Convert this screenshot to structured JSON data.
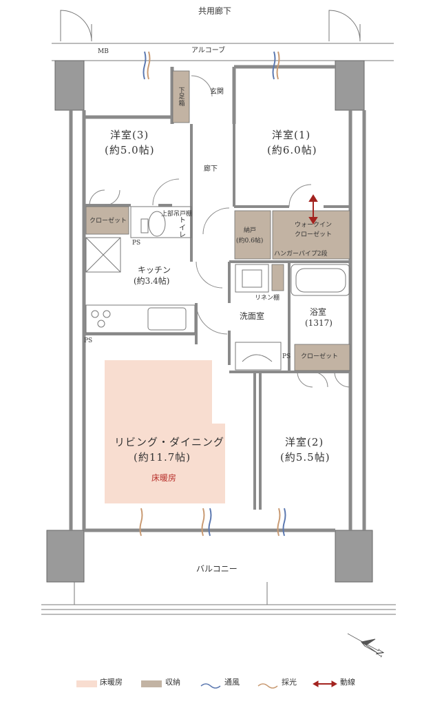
{
  "labels": {
    "corridor": "共用廊下",
    "alcove": "アルコーブ",
    "mb": "MB",
    "entrance": "玄関",
    "shoe_box": "下足箱",
    "hall": "廊下",
    "room3_name": "洋室(3)",
    "room3_size": "(約5.0帖)",
    "room1_name": "洋室(1)",
    "room1_size": "(約6.0帖)",
    "closet": "クローゼット",
    "upper_cabinet": "上部吊戸棚",
    "toilet": "トイレ",
    "storage_name": "納戸",
    "storage_size": "(約0.6帖)",
    "wic_line1": "ウォークイン",
    "wic_line2": "クローゼット",
    "hanger_pipe": "ハンガーパイプ2段",
    "ps": "PS",
    "kitchen_name": "キッチン",
    "kitchen_size": "(約3.4帖)",
    "linen": "リネン棚",
    "washroom": "洗面室",
    "bath_name": "浴室",
    "bath_size": "(1317)",
    "ld_name": "リビング・ダイニング",
    "ld_size": "(約11.7帖)",
    "floor_heating": "床暖房",
    "room2_name": "洋室(2)",
    "room2_size": "(約5.5帖)",
    "balcony": "バルコニー",
    "north": "N"
  },
  "legend": [
    {
      "label": "床暖房",
      "color": "#f8ddd0",
      "kind": "swatch"
    },
    {
      "label": "収納",
      "color": "#c2b3a3",
      "kind": "swatch"
    },
    {
      "label": "通風",
      "color": "#5b78b0",
      "kind": "wave"
    },
    {
      "label": "採光",
      "color": "#c99a72",
      "kind": "wave"
    },
    {
      "label": "動線",
      "color": "#a3231f",
      "kind": "arrow"
    }
  ],
  "colors": {
    "wall": "#8a8a8a",
    "column": "#9a9a9a",
    "floor_heating": "#f8ddd0",
    "storage": "#c2b3a3",
    "ventilation": "#5b78b0",
    "daylight": "#c99a72",
    "circulation": "#a3231f"
  }
}
